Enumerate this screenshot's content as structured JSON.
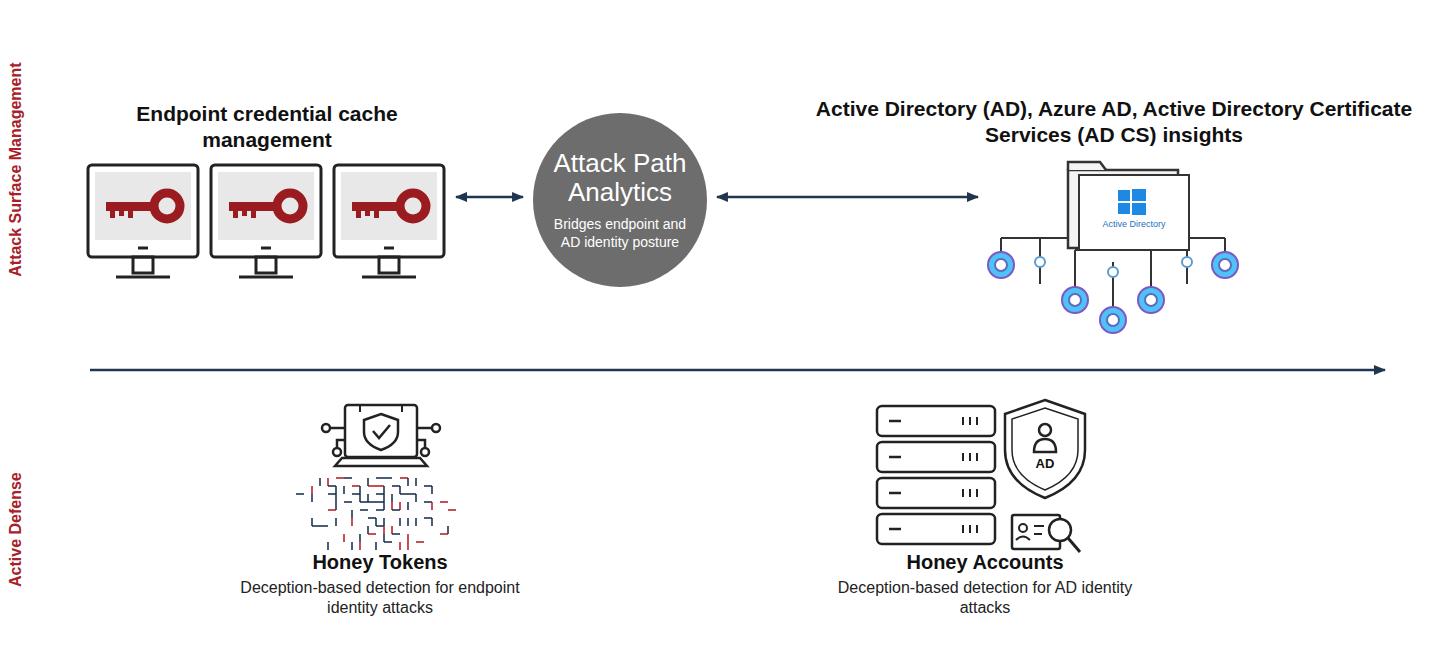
{
  "diagram": {
    "nodes": [
      {
        "text": [
          "Endpoint credential cache management"
        ]
      },
      {
        "text": [
          "Attack Path Analytics",
          "Bridges endpoint and AD identity posture"
        ]
      },
      {
        "text": [
          "Active Directory (AD), Azure AD, Active Directory Certificate Services (AD CS) insights"
        ]
      },
      {
        "text": [
          "Honey Tokens",
          "Deception-based detection for endpoint identity attacks"
        ]
      },
      {
        "text": [
          "Honey Accounts",
          "Deception-based detection for AD identity attacks"
        ]
      }
    ],
    "edges": [
      {
        "from": 0,
        "to": 1,
        "arrow": "both"
      },
      {
        "from": 1,
        "to": 2,
        "arrow": "both"
      }
    ],
    "labels": [
      "Attack Surface Management",
      "Active Defense",
      "Active Directory",
      "AD"
    ]
  }
}
